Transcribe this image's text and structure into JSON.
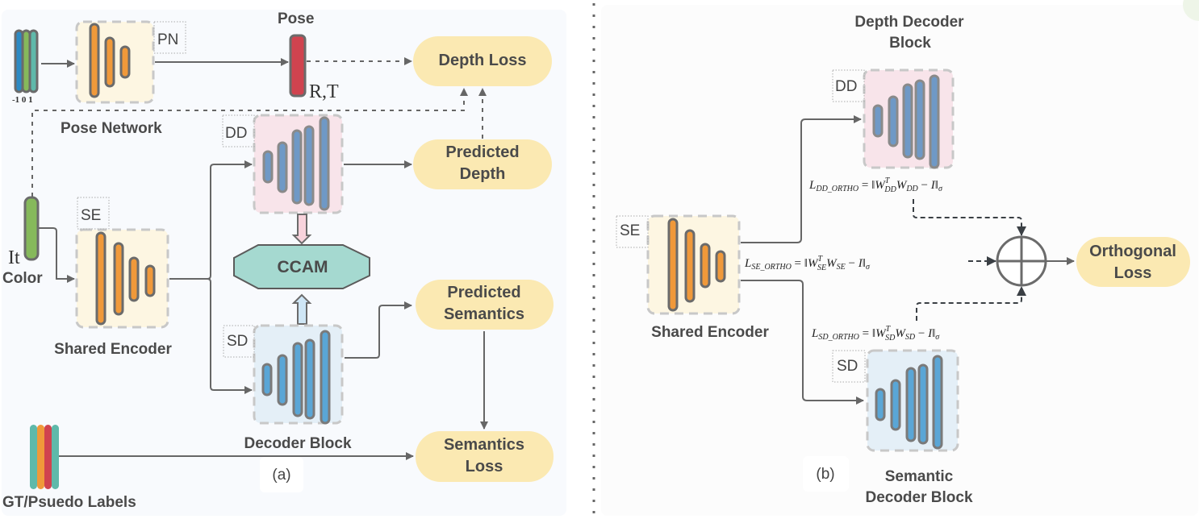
{
  "colors": {
    "panel_bg": "#f8fafd",
    "encoder_fill": "#fdf6e2",
    "depth_decoder_fill": "#f8e4ea",
    "semantic_decoder_fill": "#e4eff7",
    "bar_orange": "#f0993a",
    "bar_depth_blue": "#6f99c6",
    "bar_sem_blue": "#5aa6d6",
    "pose_red": "#d0434f",
    "color_green": "#86b95b",
    "loss_fill": "#fbe9b2",
    "ccam_fill": "#a5d9d0",
    "arrow": "#666666",
    "text": "#4a4a4a"
  },
  "panel_a": {
    "caption": "(a)",
    "input_frames": {
      "ticks": "-1 0 1"
    },
    "pose_network": {
      "tag": "PN",
      "label": "Pose Network"
    },
    "pose": {
      "label": "Pose",
      "sublabel": "R,T"
    },
    "depth_loss": {
      "label": "Depth Loss"
    },
    "depth_decoder": {
      "tag": "DD"
    },
    "predicted_depth": {
      "line1": "Predicted",
      "line2": "Depth"
    },
    "color_input": {
      "sub": "It",
      "label": "Color"
    },
    "shared_encoder": {
      "tag": "SE",
      "label": "Shared Encoder"
    },
    "ccam": {
      "label": "CCAM"
    },
    "semantic_decoder": {
      "tag": "SD"
    },
    "decoder_block": {
      "label": "Decoder Block"
    },
    "predicted_semantics": {
      "line1": "Predicted",
      "line2": "Semantics"
    },
    "semantics_loss": {
      "line1": "Semantics",
      "line2": "Loss"
    },
    "gt_labels": {
      "label": "GT/Psuedo Labels"
    }
  },
  "panel_b": {
    "caption": "(b)",
    "depth_decoder": {
      "title1": "Depth Decoder",
      "title2": "Block",
      "tag": "DD"
    },
    "shared_encoder": {
      "tag": "SE",
      "label": "Shared Encoder"
    },
    "semantic_decoder": {
      "tag": "SD",
      "title1": "Semantic",
      "title2": "Decoder Block"
    },
    "formulas": {
      "dd": "L_DD_ORTHO = ‖W_DD^T W_DD − I‖_σ",
      "se": "L_SE_ORTHO = ‖W_SE^T W_SE − I‖_σ",
      "sd": "L_SD_ORTHO = ‖W_SD^T W_SD − I‖_σ"
    },
    "orthogonal_loss": {
      "line1": "Orthogonal",
      "line2": "Loss"
    }
  }
}
